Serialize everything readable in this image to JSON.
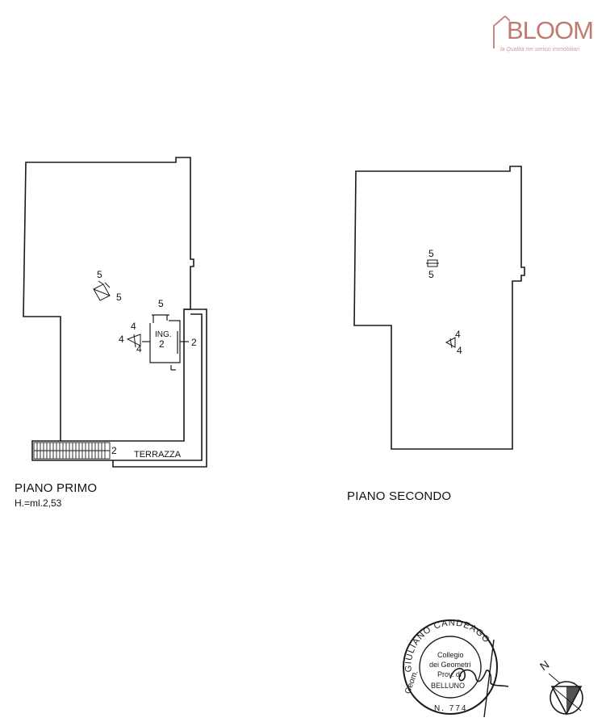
{
  "logo": {
    "brand": "BLOOM",
    "tagline": "la Qualità nei servizi immobiliari",
    "color": "#bf7b73"
  },
  "floor_first": {
    "title": "PIANO PRIMO",
    "height": "H.=ml.2,53",
    "entrance": "ING.",
    "terrace": "TERRAZZA",
    "markers": [
      "5",
      "5",
      "5",
      "4",
      "4",
      "4",
      "2",
      "2",
      "2"
    ]
  },
  "floor_second": {
    "title": "PIANO SECONDO",
    "markers": [
      "5",
      "5",
      "4",
      "4"
    ]
  },
  "stamp": {
    "name": "GIULIANO CANDEAGO",
    "prefix": "Geom.",
    "inner_line1": "Collegio",
    "inner_line2": "dei Geometri",
    "inner_line3": "Prov. di",
    "inner_line4": "BELLUNO",
    "number": "N. 774"
  },
  "compass": {
    "north": "N"
  },
  "colors": {
    "line": "#1a1a1a",
    "paper": "#ffffff"
  }
}
